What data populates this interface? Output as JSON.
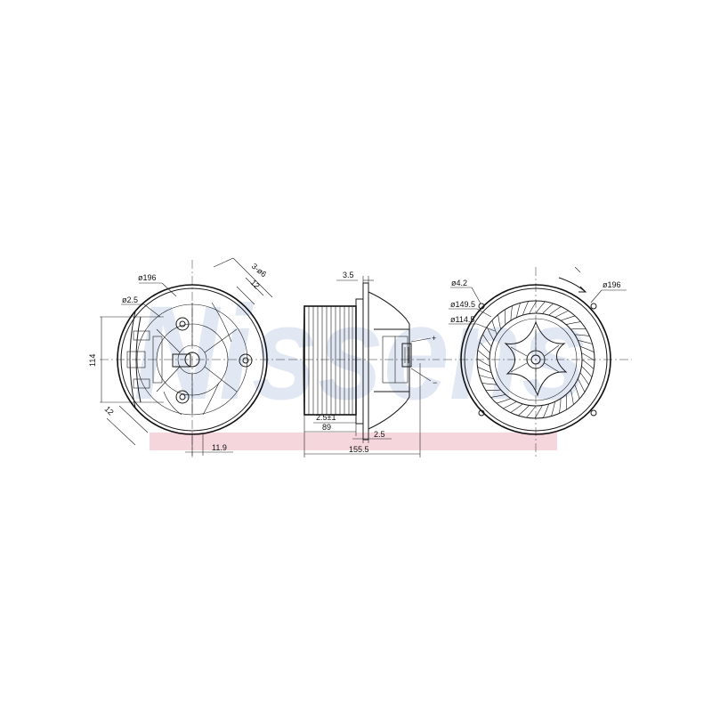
{
  "watermark": {
    "text": "Nissens",
    "color": "#c9d6ec",
    "band_color": "#f4d6dc"
  },
  "views": {
    "front": {
      "dims": {
        "dia_outer": "ø196",
        "dia_hole": "ø2.5",
        "angle": "3-ø6",
        "dist_top": "12",
        "height": "114",
        "dist_left": "12",
        "offset_bottom": "11.9"
      }
    },
    "side": {
      "dims": {
        "top": "3.5",
        "gap1": "2.5±1",
        "width_wheel": "89",
        "gap2": "2.5",
        "overall": "155.5"
      },
      "terminals": {
        "plus": "+",
        "minus": "−"
      }
    },
    "rear": {
      "dims": {
        "dia_small": "ø4.2",
        "dia_outer": "ø196",
        "dia_mid": "ø149.5",
        "dia_inner": "ø114.5"
      }
    }
  }
}
